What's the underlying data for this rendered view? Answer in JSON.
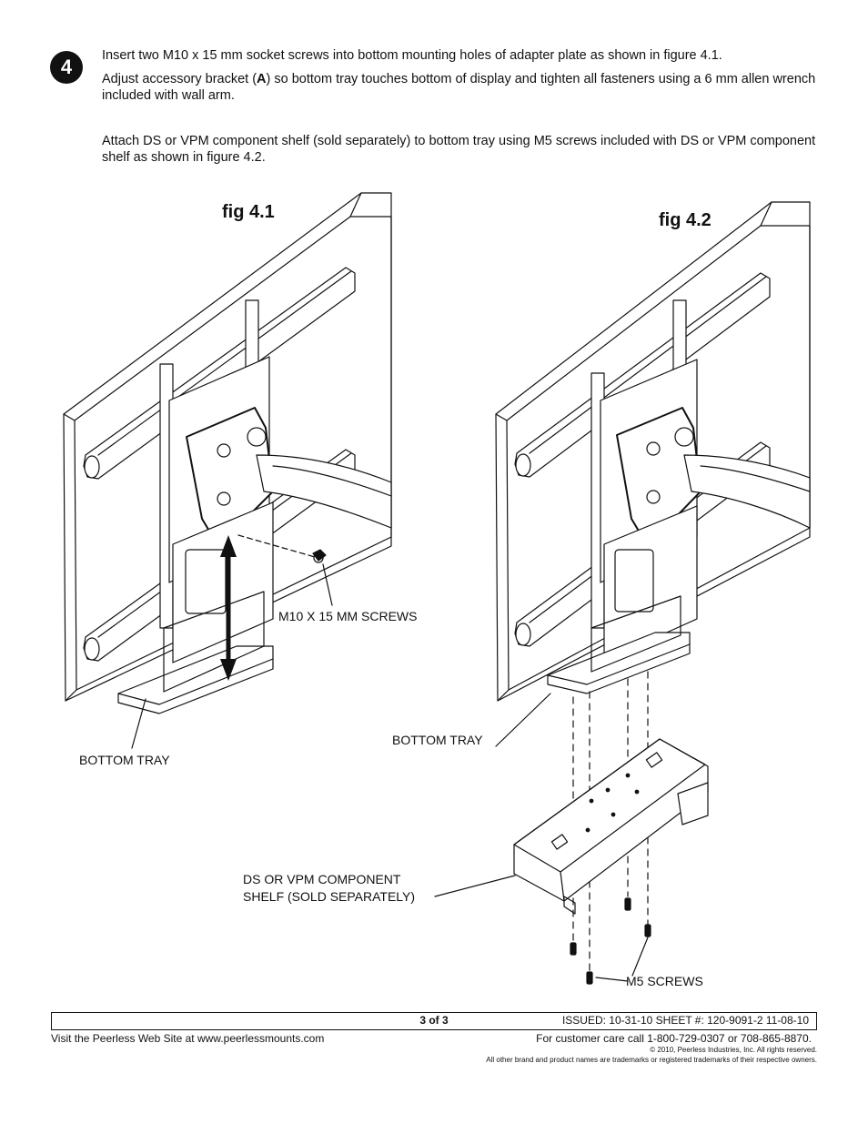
{
  "step": {
    "number": "4"
  },
  "instructions": {
    "p1": "Insert two M10 x 15 mm socket screws into bottom mounting holes of adapter plate as shown in figure 4.1.",
    "p2_before": "Adjust accessory bracket (",
    "p2_bold": "A",
    "p2_after": ") so bottom tray touches bottom of display and tighten all fasteners using a 6 mm allen wrench included with wall arm.",
    "p3": "Attach DS or VPM component shelf (sold separately) to bottom tray using M5 screws included with DS or VPM component shelf as shown in figure 4.2."
  },
  "figures": {
    "fig1": {
      "title": "fig 4.1",
      "labels": {
        "screws": "M10 X 15 MM SCREWS",
        "tray": "BOTTOM TRAY"
      }
    },
    "fig2": {
      "title": "fig 4.2",
      "labels": {
        "tray": "BOTTOM TRAY",
        "shelf_line1": "DS OR VPM COMPONENT",
        "shelf_line2": "SHELF (SOLD SEPARATELY)",
        "screws": "M5 SCREWS"
      }
    }
  },
  "footer": {
    "page": "3 of 3",
    "issued": "ISSUED: 10-31-10  SHEET #: 120-9091-2  11-08-10",
    "website": "Visit the Peerless Web Site at www.peerlessmounts.com",
    "care": "For customer care call 1-800-729-0307 or 708-865-8870.",
    "copyright": "© 2010, Peerless Industries, Inc. All rights reserved.",
    "trademarks": "All other brand and product names are trademarks or registered trademarks of their respective owners."
  }
}
